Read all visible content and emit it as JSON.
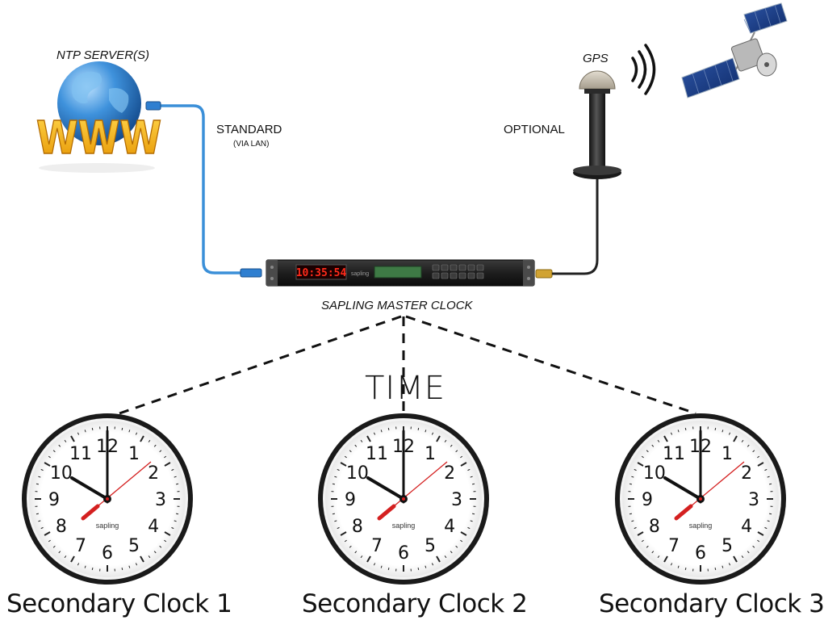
{
  "labels": {
    "ntp_server": "NTP SERVER(S)",
    "www": "WWW",
    "standard": "STANDARD",
    "via_lan": "(VIA LAN)",
    "gps": "GPS",
    "optional": "OPTIONAL",
    "master_clock": "SAPLING MASTER CLOCK",
    "master_display": "10:35:54",
    "master_brand": "sapling",
    "time": "TIME"
  },
  "clocks": [
    {
      "caption": "Secondary Clock 1",
      "brand": "sapling"
    },
    {
      "caption": "Secondary Clock 2",
      "brand": "sapling"
    },
    {
      "caption": "Secondary Clock 3",
      "brand": "sapling"
    }
  ],
  "clock_numerals": [
    "12",
    "1",
    "2",
    "3",
    "4",
    "5",
    "6",
    "7",
    "8",
    "9",
    "10",
    "11"
  ],
  "colors": {
    "lan_cable": "#3a8fd8",
    "gps_cable": "#222222",
    "display_red": "#ff2a1a",
    "second_hand": "#d42020",
    "globe_blue": "#2f7fd0",
    "www_gold": "#f5a800"
  }
}
